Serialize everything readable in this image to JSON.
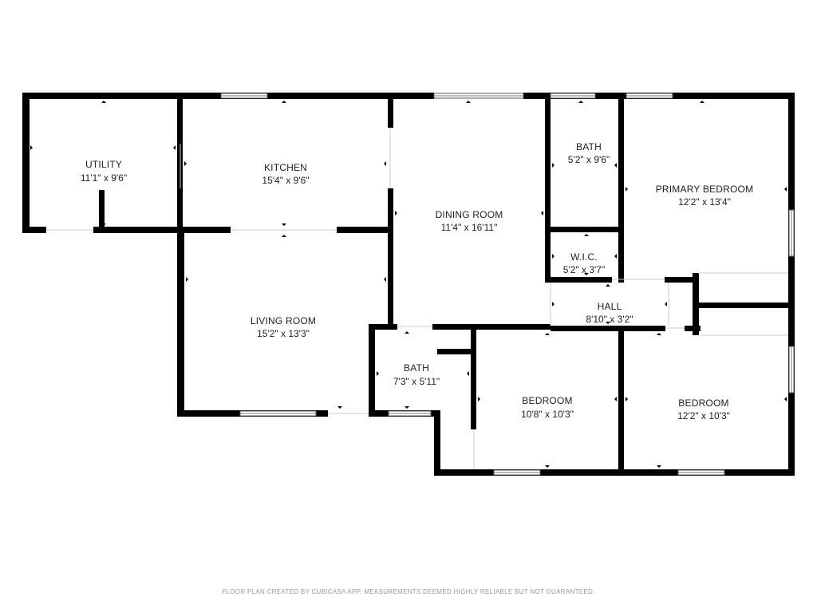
{
  "rooms": [
    {
      "id": "utility",
      "name": "UTILITY",
      "dims": "11'1\" x 9'6\""
    },
    {
      "id": "kitchen",
      "name": "KITCHEN",
      "dims": "15'4\" x 9'6\""
    },
    {
      "id": "dining",
      "name": "DINING ROOM",
      "dims": "11'4\" x 16'11\""
    },
    {
      "id": "bath1",
      "name": "BATH",
      "dims": "5'2\" x 9'6\""
    },
    {
      "id": "primary",
      "name": "PRIMARY BEDROOM",
      "dims": "12'2\" x 13'4\""
    },
    {
      "id": "wic",
      "name": "W.I.C.",
      "dims": "5'2\" x 3'7\""
    },
    {
      "id": "hall",
      "name": "HALL",
      "dims": "8'10\" x 3'2\""
    },
    {
      "id": "living",
      "name": "LIVING ROOM",
      "dims": "15'2\" x 13'3\""
    },
    {
      "id": "bath2",
      "name": "BATH",
      "dims": "7'3\" x 5'11\""
    },
    {
      "id": "bedroom1",
      "name": "BEDROOM",
      "dims": "10'8\" x 10'3\""
    },
    {
      "id": "bedroom2",
      "name": "BEDROOM",
      "dims": "12'2\" x 10'3\""
    }
  ],
  "footer": "FLOOR PLAN CREATED BY CUBICASA APP. MEASUREMENTS DEEMED HIGHLY RELIABLE BUT NOT GUARANTEED."
}
